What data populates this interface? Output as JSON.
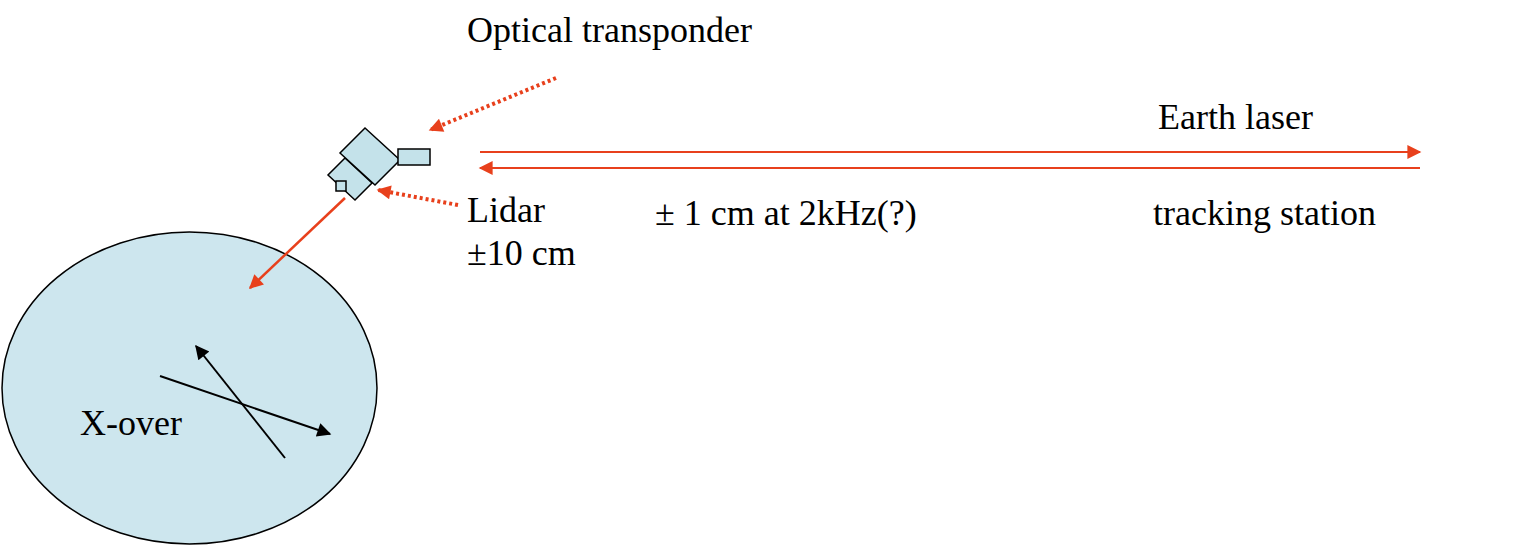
{
  "diagram": {
    "nodes": [
      {
        "text": [
          "X-over"
        ]
      }
    ],
    "labels": [
      "Optical transponder",
      "Earth laser",
      "± 1 cm at 2kHz(?)",
      "tracking station",
      "Lidar",
      "±10 cm"
    ]
  }
}
